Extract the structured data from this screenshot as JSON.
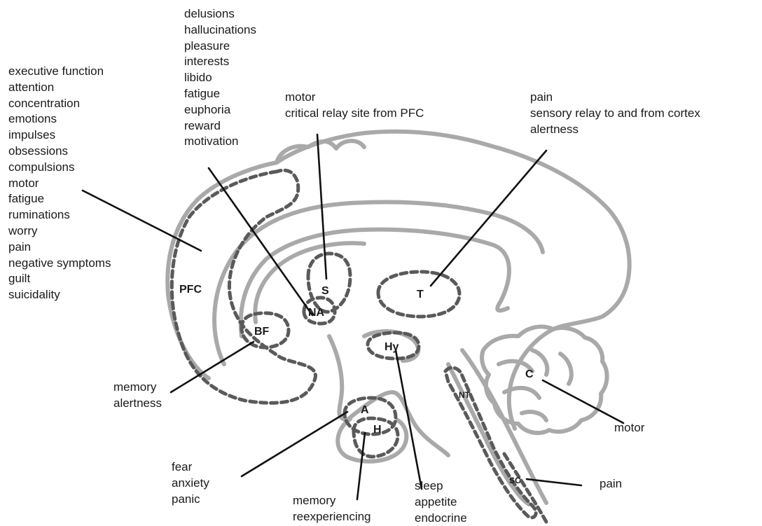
{
  "regions": {
    "pfc": "PFC",
    "s": "S",
    "na": "NA",
    "t": "T",
    "bf": "BF",
    "hy": "Hy",
    "a": "A",
    "h": "H",
    "c": "C",
    "nt": "NT",
    "sc": "SC"
  },
  "annotations": {
    "pfc_functions": [
      "executive function",
      "attention",
      "concentration",
      "emotions",
      "impulses",
      "obsessions",
      "compulsions",
      "motor",
      "fatigue",
      "ruminations",
      "worry",
      "pain",
      "negative symptoms",
      "guilt",
      "suicidality"
    ],
    "na_functions": [
      "delusions",
      "hallucinations",
      "pleasure",
      "interests",
      "libido",
      "fatigue",
      "euphoria",
      "reward",
      "motivation"
    ],
    "s_functions": [
      "motor",
      "critical relay site from PFC"
    ],
    "t_functions": [
      "pain",
      "sensory relay to and from cortex",
      "alertness"
    ],
    "bf_functions": [
      "memory",
      "alertness"
    ],
    "a_functions": [
      "fear",
      "anxiety",
      "panic"
    ],
    "h_functions": [
      "memory",
      "reexperiencing"
    ],
    "hy_functions": [
      "sleep",
      "appetite",
      "endocrine"
    ],
    "c_functions": [
      "motor"
    ],
    "sc_functions": [
      "pain"
    ]
  },
  "colors": {
    "outline": "#a9a9a9",
    "dashed": "#5a5a5a",
    "leader": "#111111",
    "text": "#1a1a1a"
  }
}
